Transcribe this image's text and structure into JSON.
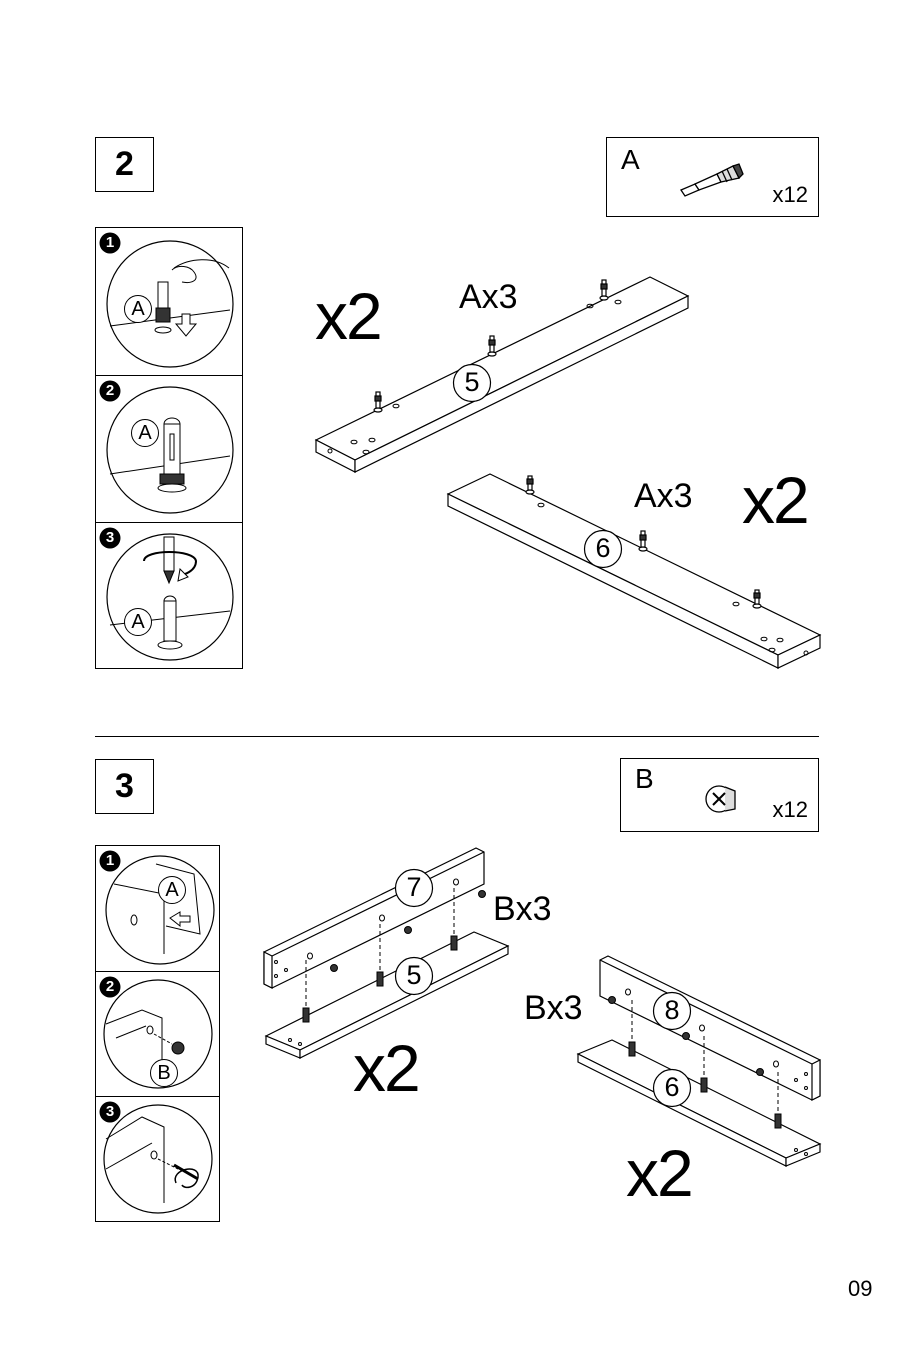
{
  "steps": [
    {
      "number": "2",
      "part": {
        "letter": "A",
        "qty": "x12",
        "icon": "cam-dowel-icon"
      },
      "substeps": [
        "1",
        "2",
        "3"
      ],
      "substep_labels": [
        "A",
        "A",
        "A"
      ],
      "quantity_labels": [
        "x2",
        "x2"
      ],
      "part_callouts": [
        "Ax3",
        "Ax3"
      ],
      "panels": [
        "5",
        "6"
      ]
    },
    {
      "number": "3",
      "part": {
        "letter": "B",
        "qty": "x12",
        "icon": "cam-lock-icon"
      },
      "substeps": [
        "1",
        "2",
        "3"
      ],
      "substep_labels": [
        "A",
        "B"
      ],
      "quantity_labels": [
        "x2",
        "x2"
      ],
      "part_callouts": [
        "Bx3",
        "Bx3"
      ],
      "panels": [
        "7",
        "5",
        "8",
        "6"
      ]
    }
  ],
  "page_number": "09"
}
